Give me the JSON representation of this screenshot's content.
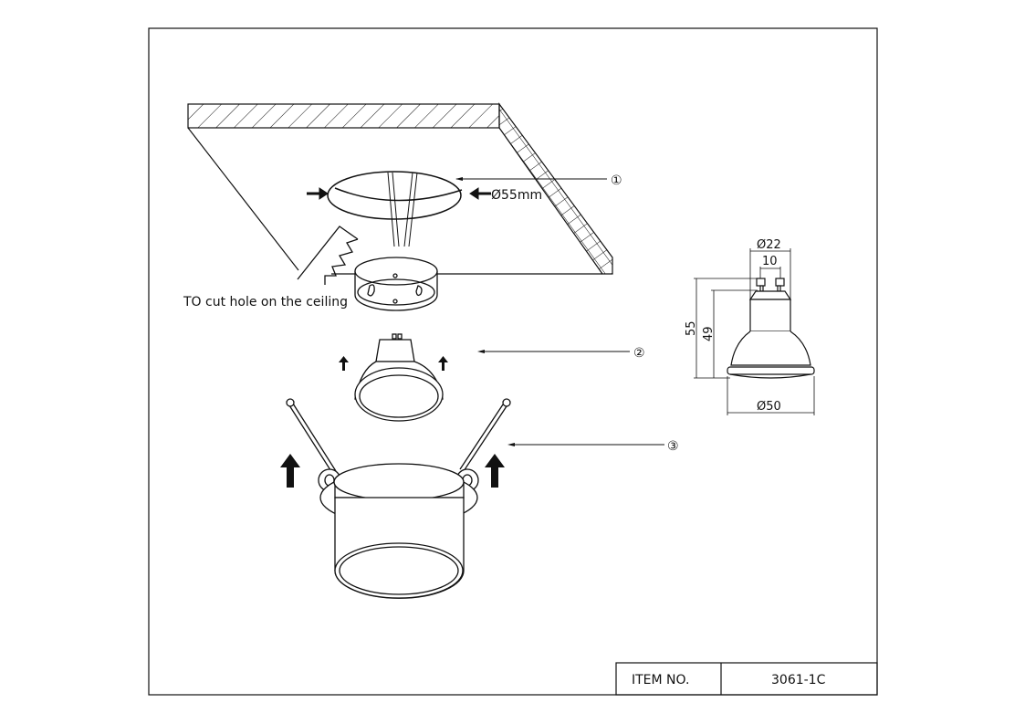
{
  "labels": {
    "hole_diameter": "Ø55mm",
    "cut_instruction": "TO cut hole on the ceiling",
    "callout_1": "①",
    "callout_2": "②",
    "callout_3": "③"
  },
  "bulb_dimensions": {
    "top_width": "Ø22",
    "pin_spacing": "10",
    "total_height": "55",
    "body_height": "49",
    "face_diameter": "Ø50"
  },
  "title_block": {
    "item_label": "ITEM NO.",
    "item_value": "3061-1C"
  }
}
